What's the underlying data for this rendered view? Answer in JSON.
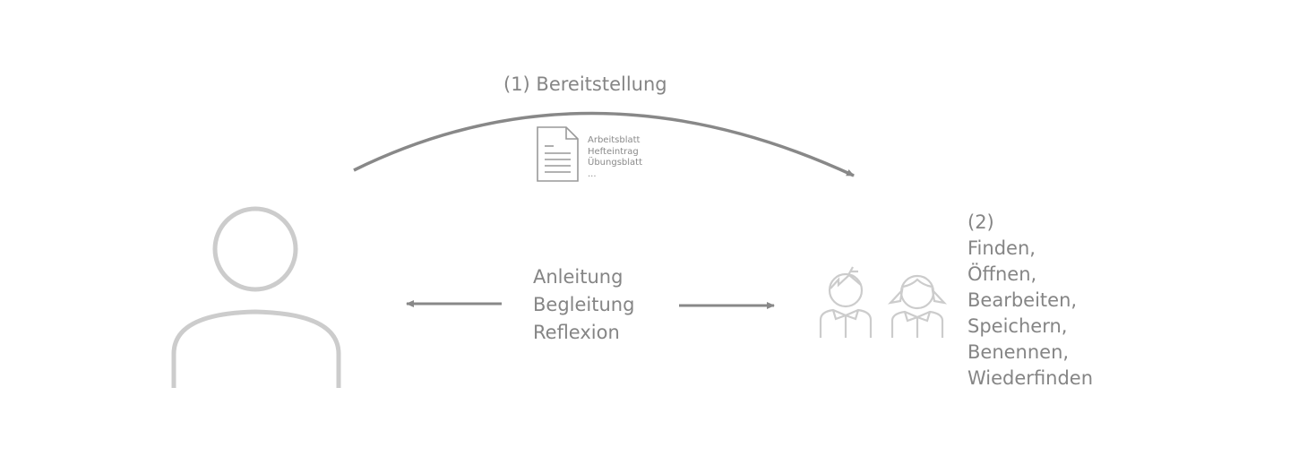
{
  "provision": {
    "label": "(1) Bereitstellung",
    "items": [
      "Arbeitsblatt",
      "Hefteintrag",
      "Übungsblatt",
      "..."
    ]
  },
  "guidance": {
    "items": [
      "Anleitung",
      "Begleitung",
      "Reflexion"
    ]
  },
  "students_tasks": {
    "items": [
      "(2)",
      "Finden,",
      "Öffnen,",
      "Bearbeiten,",
      "Speichern,",
      "Benennen,",
      "Wiederfinden"
    ]
  },
  "colors": {
    "text": "#858585",
    "arrow": "#888888",
    "icon": "#cccccc"
  }
}
